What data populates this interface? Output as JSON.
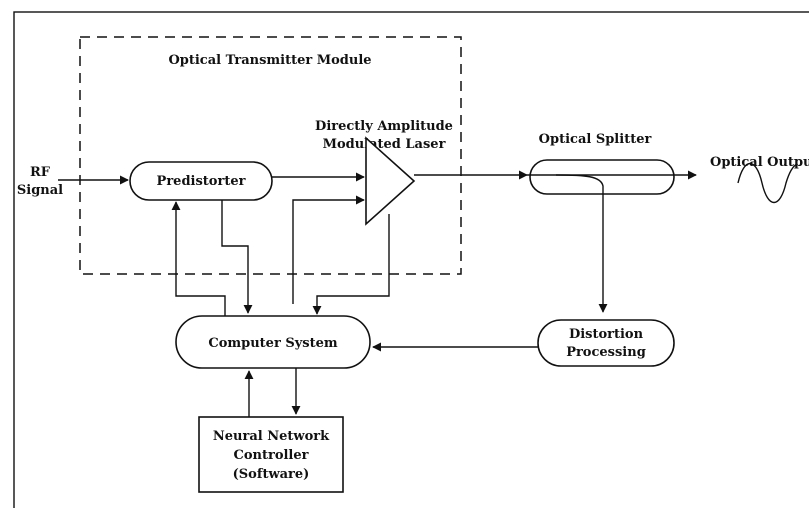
{
  "labels": {
    "module": "Optical Transmitter Module",
    "rf_line1": "RF",
    "rf_line2": "Signal",
    "predistorter": "Predistorter",
    "laser_line1": "Directly Amplitude",
    "laser_line2": "Modulated Laser",
    "splitter": "Optical Splitter",
    "output": "Optical Output",
    "computer": "Computer System",
    "distortion_line1": "Distortion",
    "distortion_line2": "Processing",
    "nn_line1": "Neural Network",
    "nn_line2": "Controller",
    "nn_line3": "(Software)"
  },
  "colors": {
    "line": "#111111",
    "background": "#ffffff"
  }
}
